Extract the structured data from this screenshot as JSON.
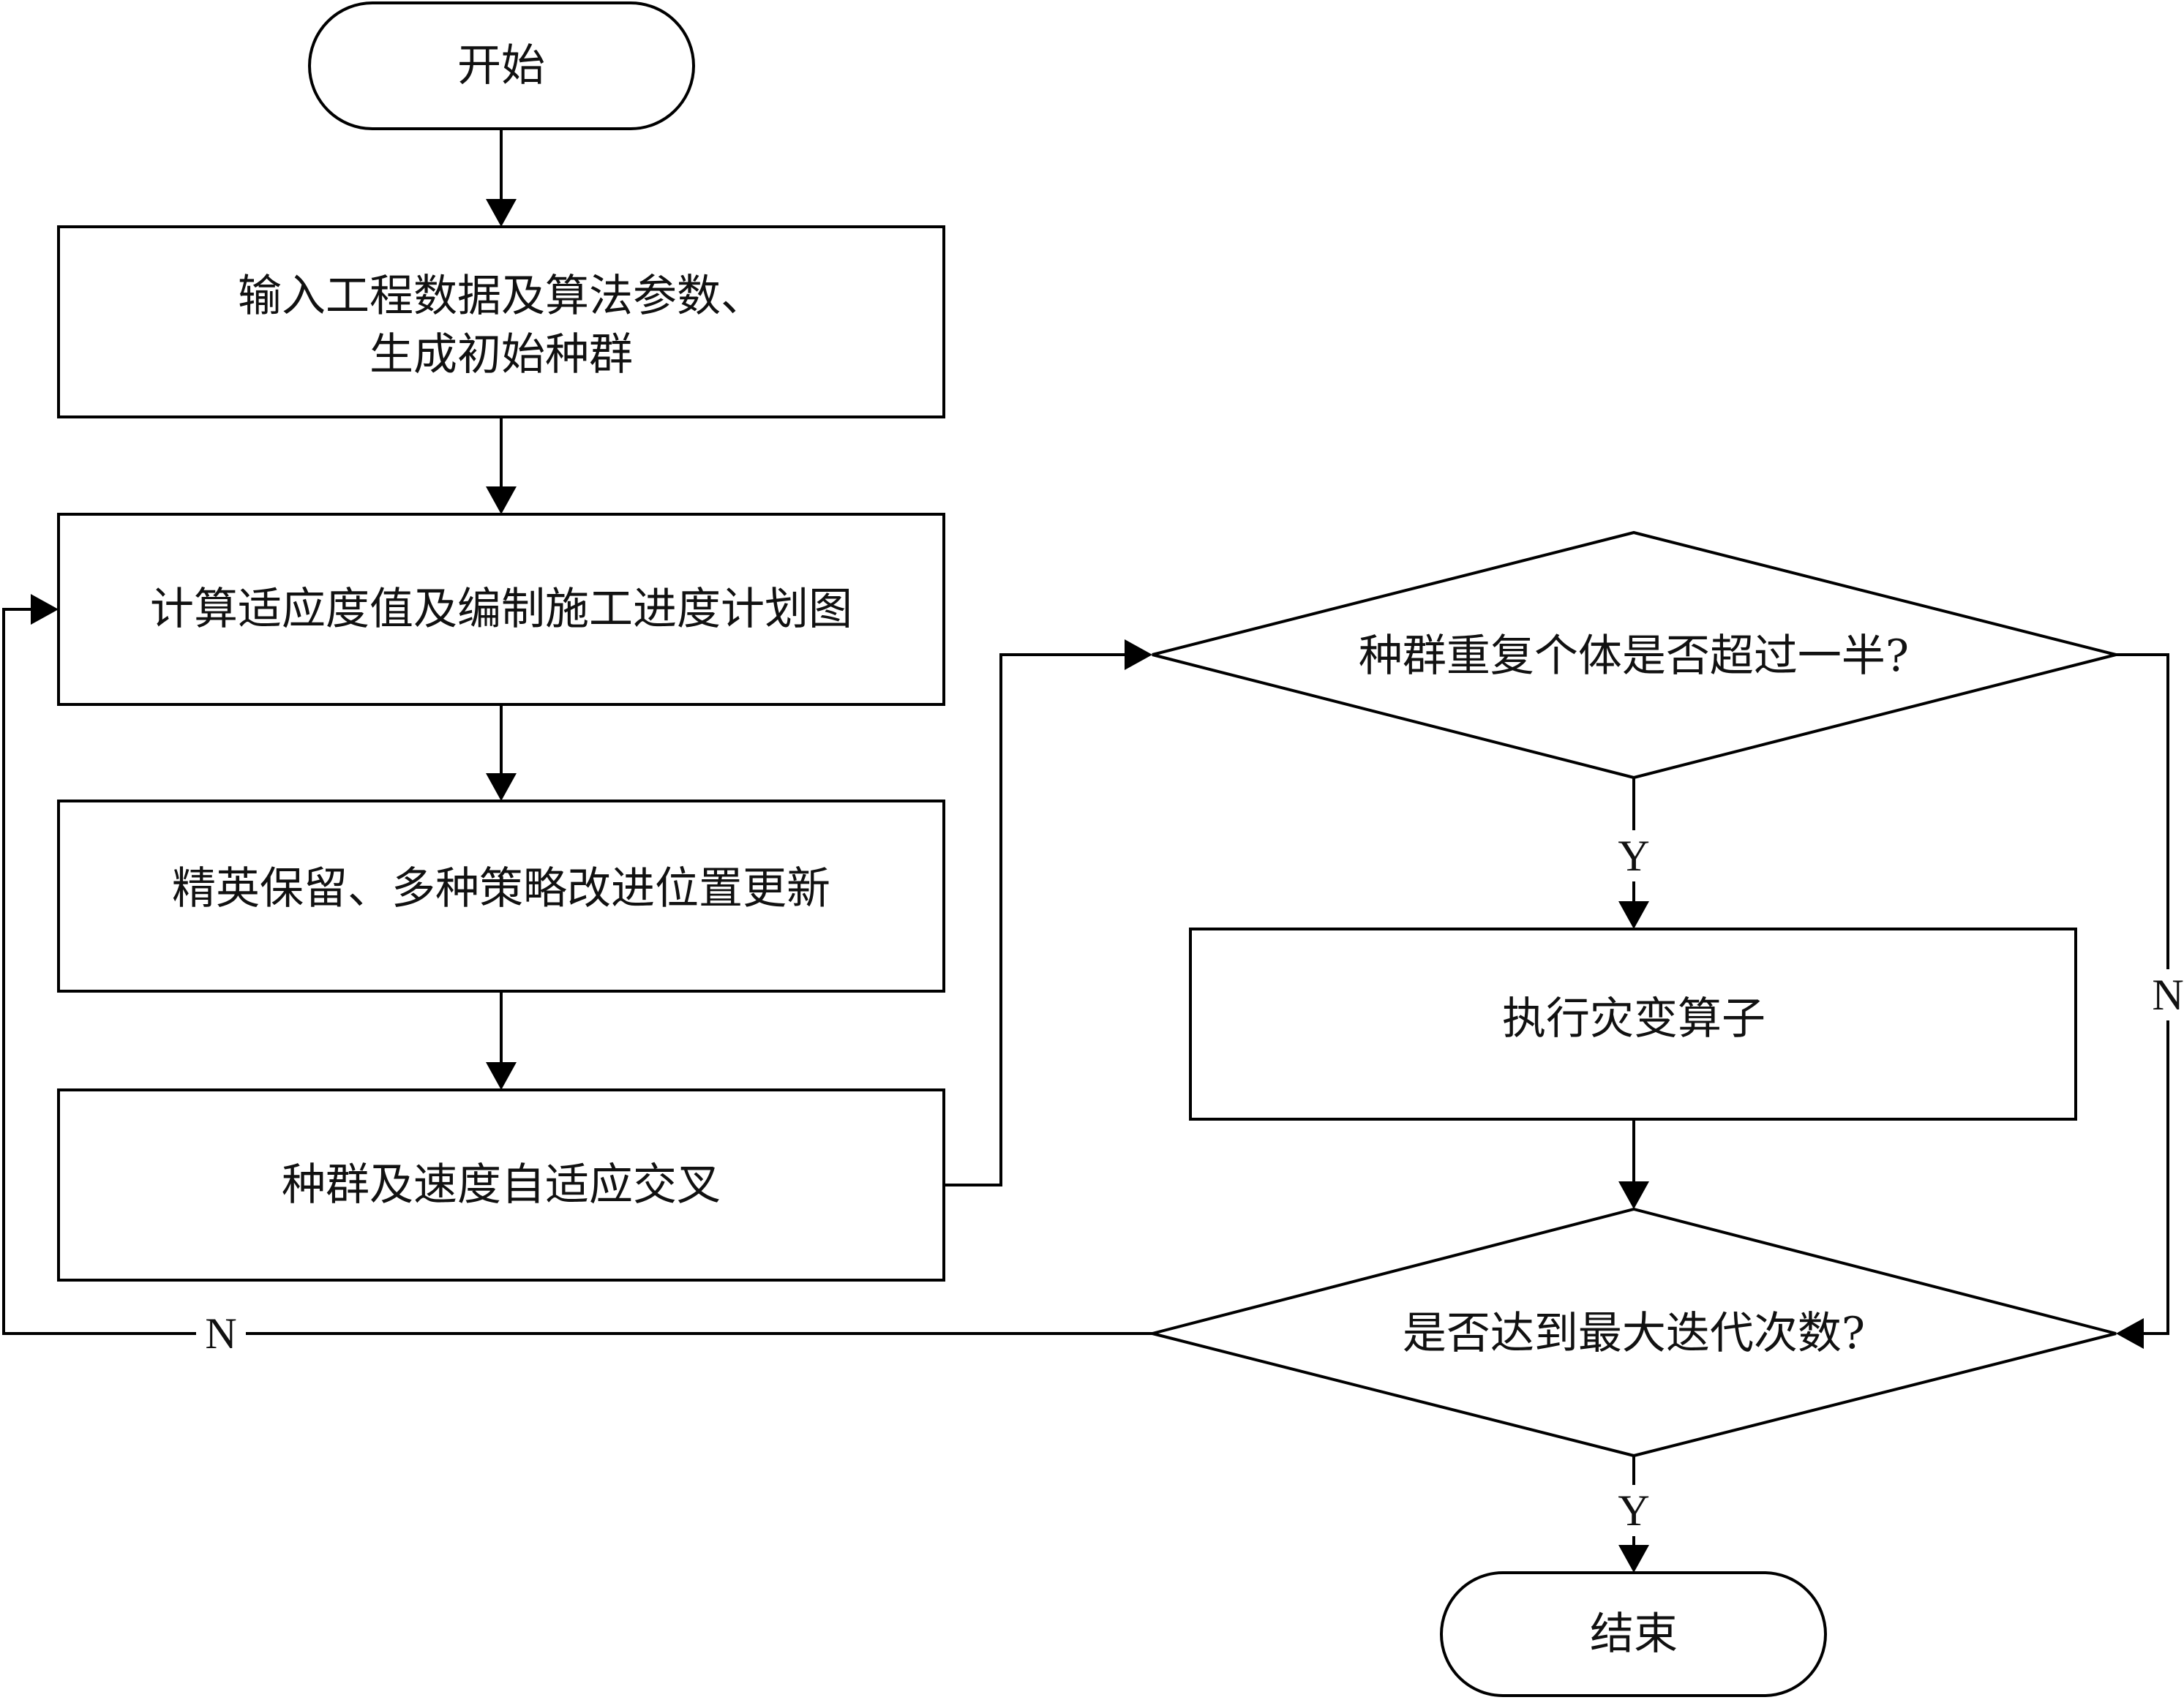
{
  "nodes": {
    "start": "开始",
    "input_line1": "输入工程数据及算法参数、",
    "input_line2": "生成初始种群",
    "fitness": "计算适应度值及编制施工进度计划图",
    "elite": "精英保留、多种策略改进位置更新",
    "crossover": "种群及速度自适应交叉",
    "duplicate_check": "种群重复个体是否超过一半?",
    "catastrophe": "执行灾变算子",
    "iteration_check": "是否达到最大迭代次数?",
    "end": "结束"
  },
  "branch_labels": {
    "duplicate_yes": "Y",
    "duplicate_no": "N",
    "iteration_yes": "Y",
    "iteration_no": "N"
  }
}
